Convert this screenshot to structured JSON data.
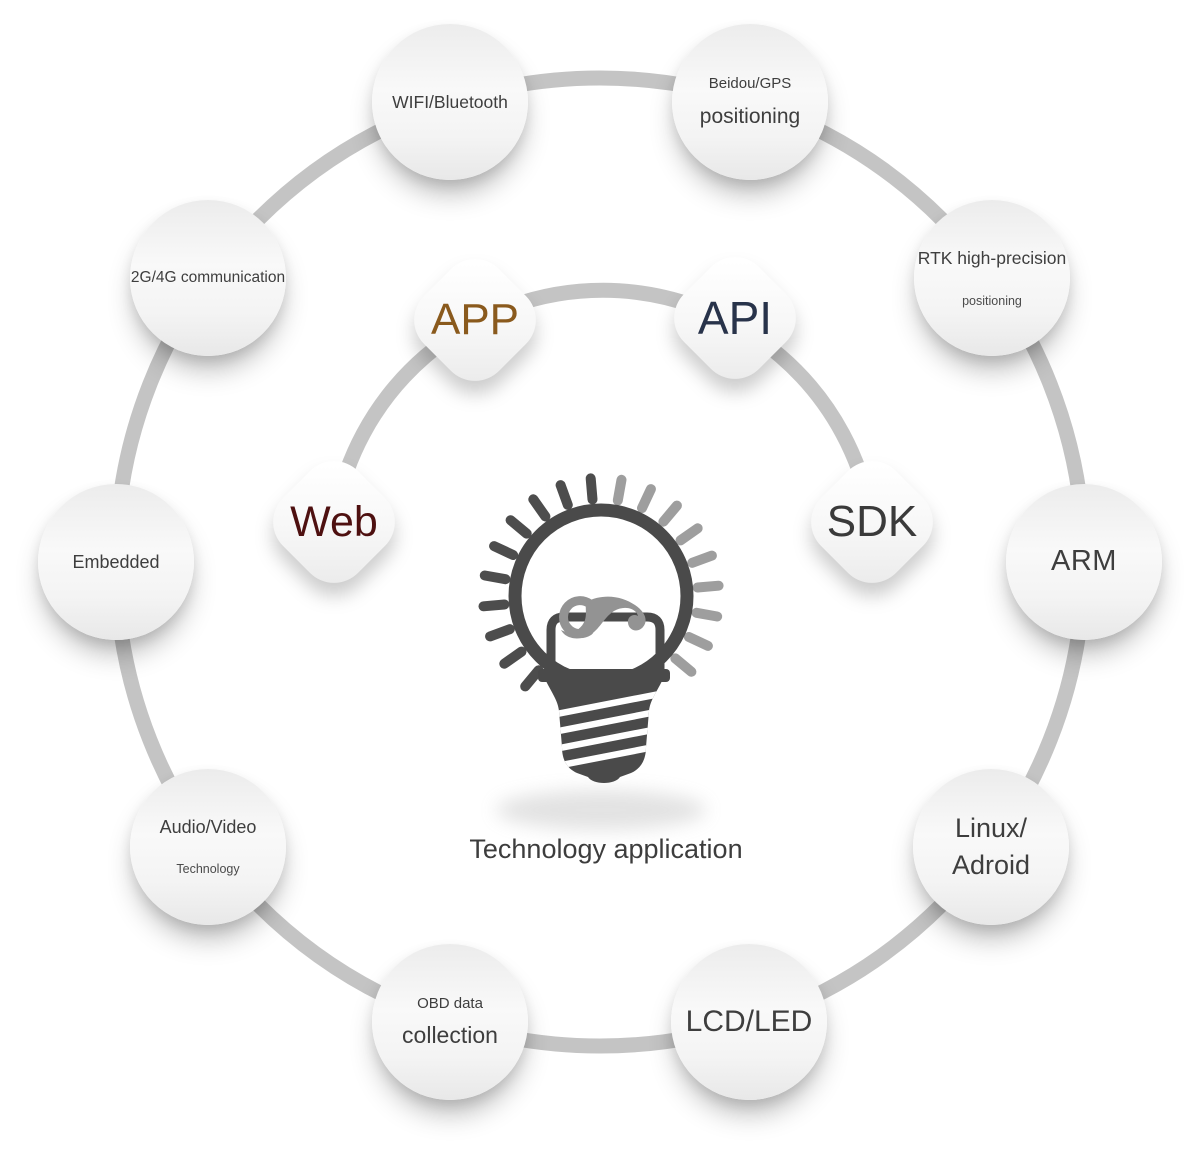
{
  "title": "Technology application",
  "icons": {
    "center": "lightbulb-icon"
  },
  "colors": {
    "ring": "#c4c4c4",
    "bulb": "#4a4a4a",
    "bulb_rays_light": "#9e9e9e",
    "flourish": "#939393",
    "node_text": "#3e3e3e"
  },
  "outer_nodes": [
    {
      "id": "wifi-bluetooth",
      "lines": [
        "WIFI/Bluetooth"
      ]
    },
    {
      "id": "beidou-gps-positioning",
      "lines": [
        "Beidou/GPS",
        "positioning"
      ]
    },
    {
      "id": "rtk-high-precision-positioning",
      "lines": [
        "RTK high-precision",
        "positioning"
      ]
    },
    {
      "id": "arm",
      "lines": [
        "ARM"
      ]
    },
    {
      "id": "linux-adroid",
      "lines": [
        "Linux/",
        "Adroid"
      ]
    },
    {
      "id": "lcd-led",
      "lines": [
        "LCD/LED"
      ]
    },
    {
      "id": "obd-data-collection",
      "lines": [
        "OBD data",
        "collection"
      ]
    },
    {
      "id": "audio-video-technology",
      "lines": [
        "Audio/Video",
        "Technology"
      ]
    },
    {
      "id": "embedded",
      "lines": [
        "Embedded"
      ]
    },
    {
      "id": "2g-4g-communication",
      "lines": [
        "2G/4G communication"
      ]
    }
  ],
  "inner_nodes": [
    {
      "id": "app",
      "label": "APP",
      "color": "#8a5a1d"
    },
    {
      "id": "api",
      "label": "API",
      "color": "#28334a"
    },
    {
      "id": "web",
      "label": "Web",
      "color": "#4e1010"
    },
    {
      "id": "sdk",
      "label": "SDK",
      "color": "#3a3a3a"
    }
  ]
}
